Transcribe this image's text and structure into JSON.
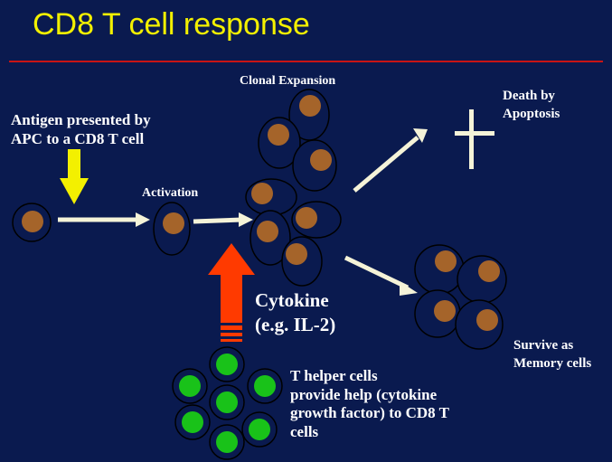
{
  "title": "CD8 T cell response",
  "labels": {
    "antigen_line1": "Antigen presented by",
    "antigen_line2": "APC to a CD8 T cell",
    "activation": "Activation",
    "clonal_expansion": "Clonal Expansion",
    "death_line1": "Death by",
    "death_line2": "Apoptosis",
    "cytokine_line1": "Cytokine",
    "cytokine_line2": "(e.g. IL-2)",
    "memory_line1": "Survive as",
    "memory_line2": "Memory cells",
    "helper_line1": "T helper cells",
    "helper_line2": "provide help (cytokine",
    "helper_line3": "growth factor) to CD8 T",
    "helper_line4": "cells"
  },
  "colors": {
    "background": "#0a1a4f",
    "title": "#f3f000",
    "divider": "#c81414",
    "cd8_nucleus": "#a5642a",
    "helper_nucleus": "#19c219",
    "cell_membrane": "#000000",
    "arrow_white": "#f5f3d8",
    "arrow_yellow": "#f3f000",
    "arrow_red": "#ff3a00"
  }
}
